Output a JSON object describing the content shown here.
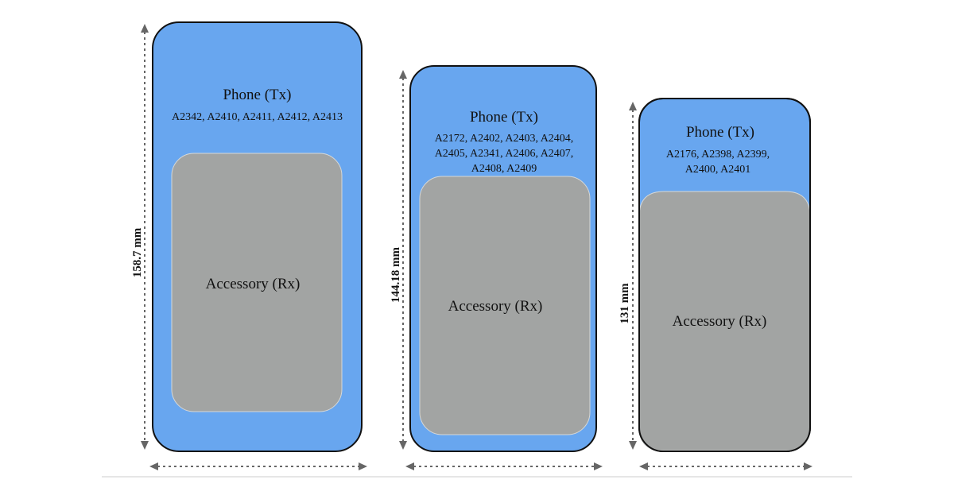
{
  "colors": {
    "phone_fill": "#68a6ef",
    "accessory_fill": "#a2a4a3",
    "outline": "#111111",
    "dimension_line": "#666666"
  },
  "phones": [
    {
      "phone_label": "Phone (Tx)",
      "models": [
        "A2342, A2410, A2411, A2412, A2413"
      ],
      "accessory_label": "Accessory (Rx)",
      "height_label": "158.7 mm"
    },
    {
      "phone_label": "Phone (Tx)",
      "models": [
        "A2172, A2402, A2403, A2404,",
        "A2405, A2341, A2406, A2407,",
        "A2408, A2409"
      ],
      "accessory_label": "Accessory (Rx)",
      "height_label": "144.18 mm"
    },
    {
      "phone_label": "Phone (Tx)",
      "models": [
        "A2176, A2398, A2399,",
        "A2400, A2401"
      ],
      "accessory_label": "Accessory (Rx)",
      "height_label": "131 mm"
    }
  ]
}
